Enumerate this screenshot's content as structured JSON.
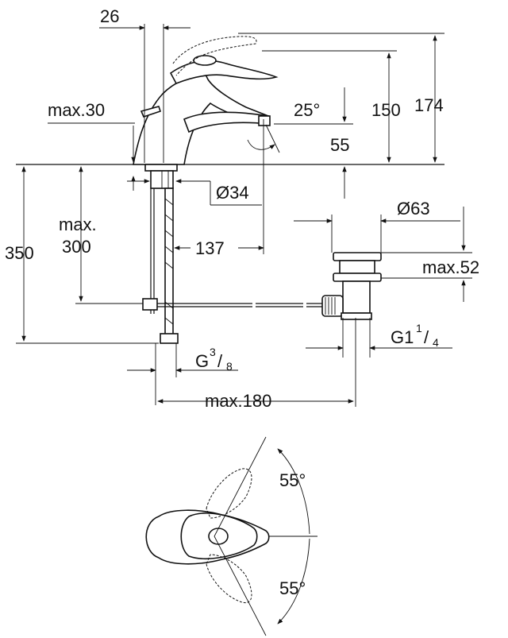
{
  "dimensions": {
    "d26": "26",
    "d174": "174",
    "d150": "150",
    "max30": "max.30",
    "angle25": "25°",
    "d55": "55",
    "dia34": "Ø34",
    "dia63": "Ø63",
    "d350": "350",
    "max300_line1": "max.",
    "max300_line2": "300",
    "d137": "137",
    "max52": "max.52",
    "g38_base": "G",
    "g38_num": "3",
    "g38_den": "8",
    "g114_base": "G1",
    "g114_num": "1",
    "g114_den": "4",
    "max180": "max.180",
    "angle55_top": "55°",
    "angle55_bottom": "55°"
  }
}
